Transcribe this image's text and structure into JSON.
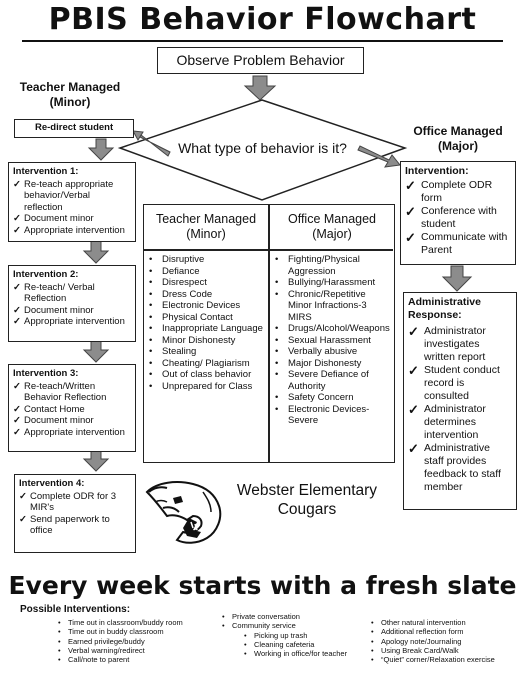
{
  "title": "PBIS Behavior Flowchart",
  "observe": "Observe Problem Behavior",
  "question": "What type of behavior is it?",
  "minor_header": "Teacher Managed (Minor)",
  "major_header": "Office Managed (Major)",
  "redirect": "Re-direct student",
  "interventions": [
    {
      "title": "Intervention 1:",
      "items": [
        "Re-teach appropriate behavior/Verbal reflection",
        "Document minor",
        "Appropriate intervention"
      ]
    },
    {
      "title": "Intervention 2:",
      "items": [
        "Re-teach/ Verbal Reflection",
        "Document minor",
        "Appropriate intervention"
      ]
    },
    {
      "title": "Intervention 3:",
      "items": [
        "Re-teach/Written Behavior Reflection",
        "Contact Home",
        "Document minor",
        "Appropriate intervention"
      ]
    },
    {
      "title": "Intervention 4:",
      "items": [
        "Complete ODR for 3 MIR's",
        "Send paperwork to office"
      ]
    }
  ],
  "table": {
    "minor_head": "Teacher Managed (Minor)",
    "major_head": "Office Managed (Major)",
    "minor": [
      "Disruptive",
      "Defiance",
      "Disrespect",
      "Dress Code",
      "Electronic Devices",
      "Physical Contact",
      "Inappropriate Language",
      "Minor Dishonesty",
      "Stealing",
      "Cheating/ Plagiarism",
      "Out of class behavior",
      "Unprepared for Class"
    ],
    "major": [
      "Fighting/Physical Aggression",
      "Bullying/Harassment",
      "Chronic/Repetitive Minor Infractions-3 MIRS",
      "Drugs/Alcohol/Weapons",
      "Sexual Harassment",
      "Verbally abusive",
      "Major Dishonesty",
      "Severe Defiance of Authority",
      "Safety Concern",
      "Electronic Devices-Severe"
    ]
  },
  "office_intervention": {
    "title": "Intervention:",
    "items": [
      "Complete ODR form",
      "Conference with student",
      "Communicate with Parent"
    ]
  },
  "admin_response": {
    "title": "Administrative Response:",
    "items": [
      "Administrator investigates written report",
      "Student conduct record is consulted",
      "Administrator determines intervention",
      "Administrative staff provides feedback to staff member"
    ]
  },
  "school": {
    "name": "Webster Elementary",
    "mascot": "Cougars"
  },
  "slogan": "Every week starts with a fresh slate",
  "possible_title": "Possible Interventions:",
  "possible_cols": [
    [
      "Time out in classroom/buddy room",
      "Time out in buddy classroom",
      "Earned privilege/buddy",
      "Verbal warning/redirect",
      "Call/note to parent"
    ],
    [
      "Private conversation",
      "Community service"
    ],
    [
      "Other natural intervention",
      "Additional reflection form",
      "Apology note/Journaling",
      "Using Break Card/Walk",
      "“Quiet” corner/Relaxation exercise"
    ]
  ],
  "community_sub": [
    "Picking up trash",
    "Cleaning cafeteria",
    "Working in office/for teacher"
  ],
  "colors": {
    "arrow": "#8c8c8c",
    "border": "#222222"
  }
}
